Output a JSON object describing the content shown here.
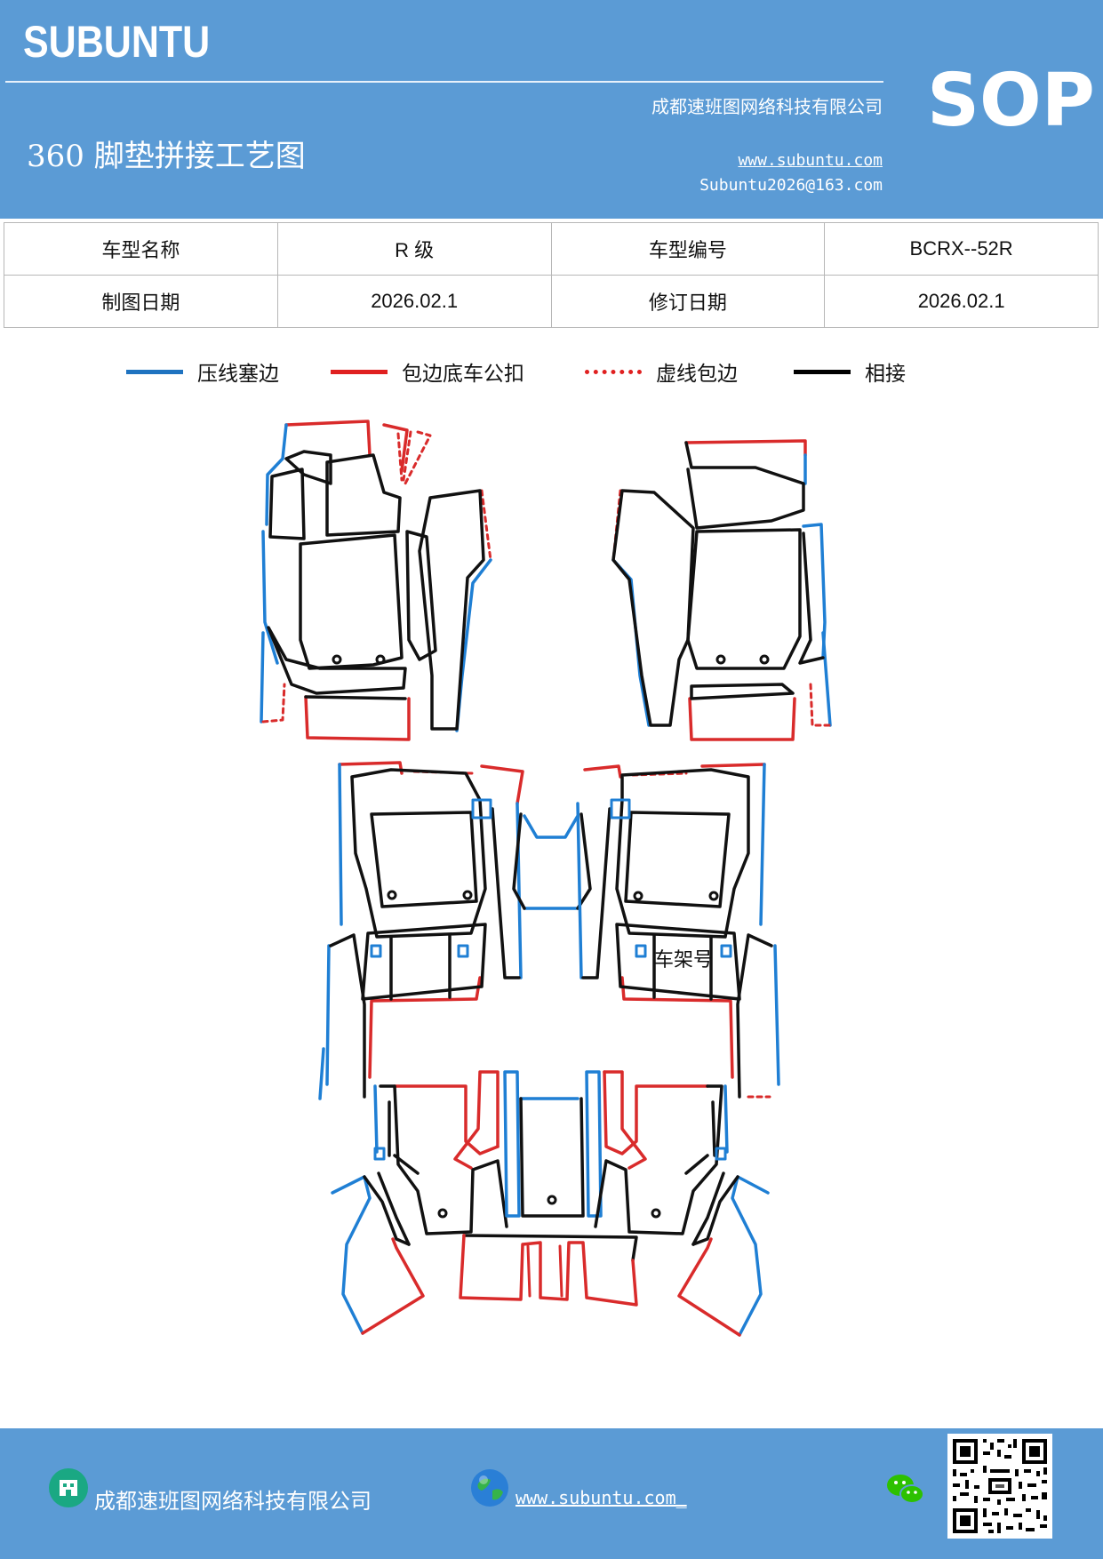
{
  "header": {
    "brand": "SUBUNTU",
    "company": "成都速班图网络科技有限公司",
    "title": "360 脚垫拼接工艺图",
    "website": "www.subuntu.com",
    "email": "Subuntu2026@163.com",
    "badge": "SOP"
  },
  "info_table": {
    "rows": [
      [
        "车型名称",
        "R 级",
        "车型编号",
        "BCRX--52R"
      ],
      [
        "制图日期",
        "2026.02.1",
        "修订日期",
        "2026.02.1"
      ]
    ]
  },
  "legend": [
    {
      "label": "压线塞边",
      "color": "#1f73c0",
      "style": "solid"
    },
    {
      "label": "包边底车公扣",
      "color": "#e02020",
      "style": "solid"
    },
    {
      "label": "虚线包边",
      "color": "#e02020",
      "style": "dotted"
    },
    {
      "label": "相接",
      "color": "#000000",
      "style": "solid"
    }
  ],
  "diagram": {
    "frame_label": "车架号",
    "colors": {
      "blue": "#1f7fd4",
      "red": "#d92b2b",
      "black": "#111111"
    }
  },
  "footer": {
    "company": "成都速班图网络科技有限公司",
    "website": "www.subuntu.com_",
    "icons": [
      "building-icon",
      "globe-icon",
      "wechat-icon",
      "qr-code"
    ]
  }
}
